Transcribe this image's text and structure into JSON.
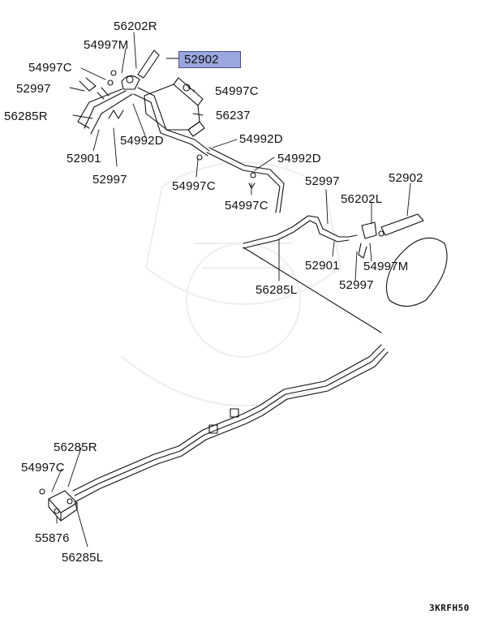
{
  "diagram": {
    "labels": {
      "l_56202R_top": "56202R",
      "l_54997M_top": "54997M",
      "l_52902_top": "52902",
      "l_54997C_a": "54997C",
      "l_52997_a": "52997",
      "l_54997C_b": "54997C",
      "l_56285R_top": "56285R",
      "l_56237": "56237",
      "l_52901_a": "52901",
      "l_54992D_a": "54992D",
      "l_52997_b": "52997",
      "l_54992D_b": "54992D",
      "l_54992D_c": "54992D",
      "l_54997C_c": "54997C",
      "l_54997C_d": "54997C",
      "l_52997_c": "52997",
      "l_52902_right": "52902",
      "l_56202L": "56202L",
      "l_52901_b": "52901",
      "l_54997M_b": "54997M",
      "l_56285L_mid": "56285L",
      "l_52997_d": "52997",
      "l_56285R_bottom": "56285R",
      "l_54997C_e": "54997C",
      "l_55876": "55876",
      "l_56285L_bottom": "56285L"
    },
    "diagram_code": "3KRFH50",
    "highlight_color": "#9aa6dd"
  }
}
